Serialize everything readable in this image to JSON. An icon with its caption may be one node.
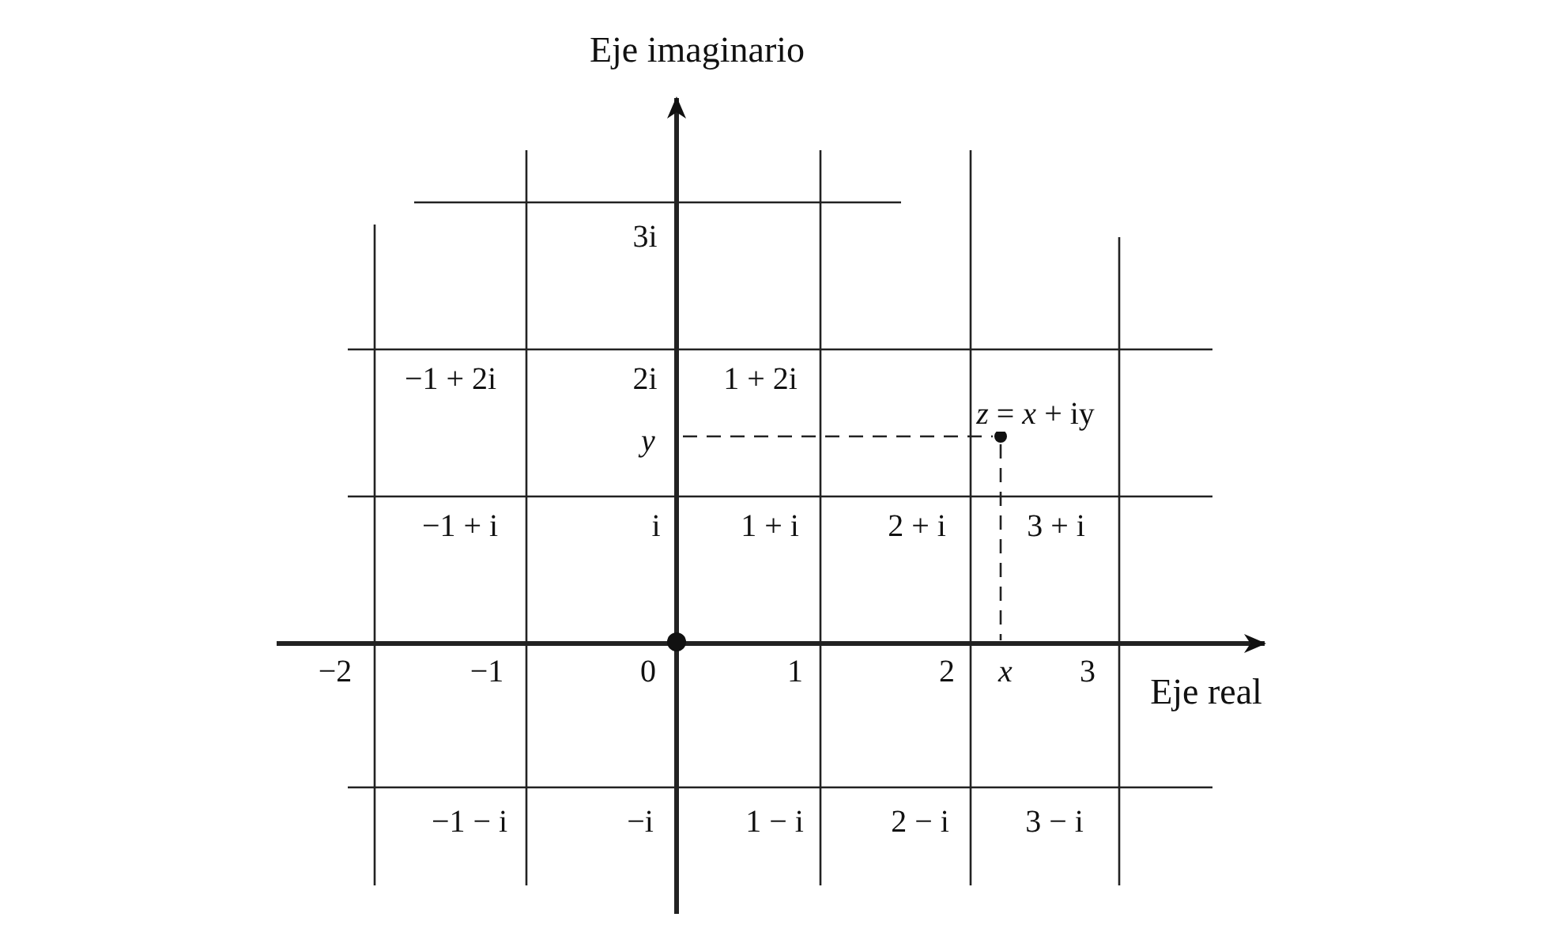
{
  "diagram": {
    "labels": [
      "Eje imaginario",
      "3i",
      "−1 + 2i",
      "2i",
      "1 + 2i",
      "*z* = *x* + iy",
      "*y*",
      "−1 + i",
      "i",
      "1 + i",
      "2 + i",
      "3 + i",
      "−2",
      "−1",
      "0",
      "1",
      "2",
      "*x*",
      "3",
      "Eje real",
      "−1 − i",
      "−i",
      "1 − i",
      "2 − i",
      "3 − i"
    ]
  }
}
